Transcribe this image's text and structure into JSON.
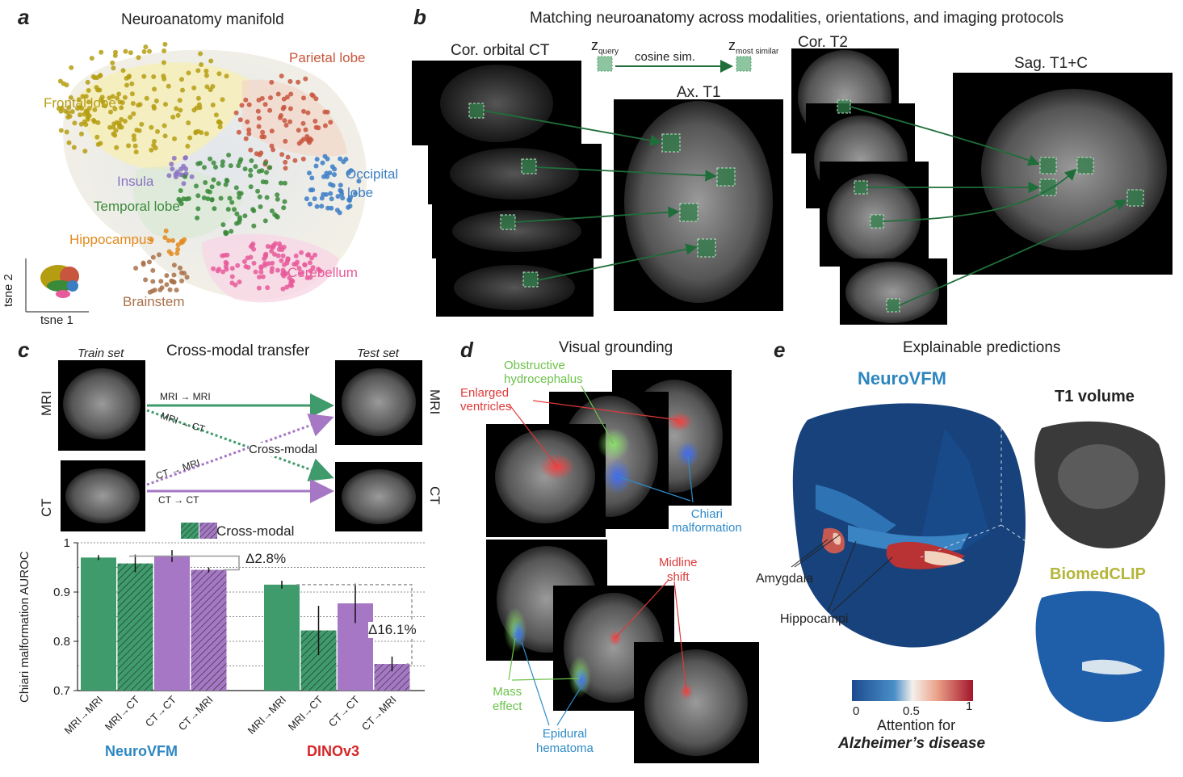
{
  "panel_a": {
    "letter": "a",
    "title": "Neuroanatomy manifold",
    "regions": [
      {
        "name": "Frontal lobe",
        "color": "#b59d12"
      },
      {
        "name": "Parietal lobe",
        "color": "#c8553d"
      },
      {
        "name": "Occipital lobe",
        "color": "#3b7dc4"
      },
      {
        "name": "Insula",
        "color": "#8a72c2"
      },
      {
        "name": "Temporal lobe",
        "color": "#3a8a3a"
      },
      {
        "name": "Hippocampus",
        "color": "#e38a1e"
      },
      {
        "name": "Cerebellum",
        "color": "#e85b9a"
      },
      {
        "name": "Brainstem",
        "color": "#a8714a"
      }
    ],
    "region_labels": [
      "Frontal lobe",
      "Parietal lobe",
      "Occipital",
      "lobe",
      "Insula",
      "Temporal lobe",
      "Hippocampus",
      "Cerebellum",
      "Brainstem"
    ],
    "axis_y": "tsne 2",
    "axis_x": "tsne 1"
  },
  "panel_b": {
    "letter": "b",
    "title": "Matching neuroanatomy across modalities, orientations, and imaging protocols",
    "stack1_label": "Cor. orbital CT",
    "target1_label": "Ax. T1",
    "stack2_label": "Cor. T2",
    "target2_label": "Sag. T1+C",
    "z_query": "z",
    "z_query_sub": "query",
    "z_similar": "z",
    "z_similar_sub": "most similar",
    "arrow_label": "cosine sim."
  },
  "panel_c": {
    "letter": "c",
    "title": "Cross-modal transfer",
    "train_label": "Train set",
    "test_label": "Test set",
    "mri_label": "MRI",
    "ct_label": "CT",
    "arrows": [
      "MRI",
      "MRI",
      "MRI",
      "CT",
      "CT",
      "MRI",
      "CT",
      "CT"
    ],
    "cross_modal": "Cross-modal",
    "legend_label": "Cross-modal",
    "delta1": "Δ2.8%",
    "delta2": "Δ16.1%"
  },
  "chart_data": {
    "type": "bar",
    "ylabel": "Chiari malformation AUROC",
    "ylim": [
      0.7,
      1.0
    ],
    "yticks": [
      "0.7",
      "0.8",
      "0.9",
      "1"
    ],
    "categories": [
      "MRI→MRI",
      "MRI→CT",
      "CT→CT",
      "CT→MRI"
    ],
    "groups": [
      {
        "name": "NeuroVFM",
        "color": "#2e86c1",
        "values": [
          0.97,
          0.958,
          0.973,
          0.945
        ],
        "errors": [
          0.005,
          0.018,
          0.012,
          0.005
        ]
      },
      {
        "name": "DINOv3",
        "color": "#d62728",
        "values": [
          0.915,
          0.822,
          0.877,
          0.754
        ],
        "errors": [
          0.008,
          0.05,
          0.04,
          0.015
        ]
      }
    ],
    "bar_colors": [
      "#3f9a6c",
      "#3f9a6c",
      "#a677c4",
      "#a677c4"
    ],
    "hatched": [
      false,
      true,
      false,
      true
    ]
  },
  "panel_d": {
    "letter": "d",
    "title": "Visual grounding",
    "labels": [
      {
        "text": [
          "Obstructive",
          "hydrocephalus"
        ],
        "color": "#6cc24a"
      },
      {
        "text": [
          "Enlarged",
          "ventricles"
        ],
        "color": "#e03a3a"
      },
      {
        "text": [
          "Chiari",
          "malformation"
        ],
        "color": "#2f8bc9"
      },
      {
        "text": [
          "Midline",
          "shift"
        ],
        "color": "#e03a3a"
      },
      {
        "text": [
          "Mass",
          "effect"
        ],
        "color": "#6cc24a"
      },
      {
        "text": [
          "Epidural",
          "hematoma"
        ],
        "color": "#2f8bc9"
      }
    ]
  },
  "panel_e": {
    "letter": "e",
    "title": "Explainable predictions",
    "model1": "NeuroVFM",
    "model2": "BiomedCLIP",
    "volume_label": "T1 volume",
    "amygdala": "Amygdala",
    "hippocampi": "Hippocampi",
    "colorbar_ticks": [
      "0",
      "0.5",
      "1"
    ],
    "colorbar_label1": "Attention for",
    "colorbar_label2": "Alzheimer’s disease"
  }
}
